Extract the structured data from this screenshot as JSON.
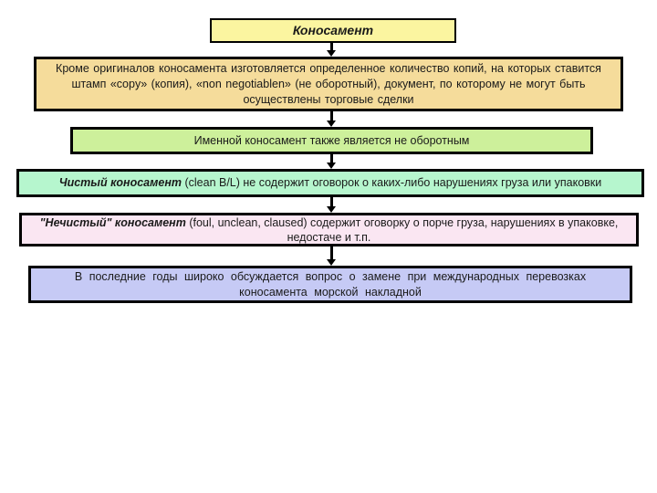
{
  "slide": {
    "title": "Коносамент",
    "boxes": {
      "copies": {
        "text": "Кроме оригиналов коносамента изготовляется определенное количество копий, на которых ставится штамп «copy» (копия), «non negotiablen» (не оборотный), документ, по которому не могут быть осуществлены торговые сделки"
      },
      "named": {
        "text": "Именной коносамент также является не оборотным"
      },
      "clean": {
        "lead": "Чистый коносамент",
        "rest": " (clean B/L) не содержит оговорок о каких-либо нарушениях груза или упаковки"
      },
      "unclean": {
        "lead": "\"Нечистый\" коносамент",
        "rest": " (foul, unclean, claused) содержит оговорку о порче груза, нарушениях в упаковке, недостаче и т.п."
      },
      "replace": {
        "text": "В последние годы широко обсуждается вопрос о замене при международных перевозках коносамента морской накладной"
      }
    },
    "colors": {
      "title_bg": "#FBF5A0",
      "copies_bg": "#F5DC9B",
      "named_bg": "#CDF09B",
      "clean_bg": "#B6F6CE",
      "unclean_bg": "#FAE6F2",
      "replace_bg": "#C6CAF5",
      "border": "#000000",
      "page_bg": "#FFFFFF"
    }
  }
}
